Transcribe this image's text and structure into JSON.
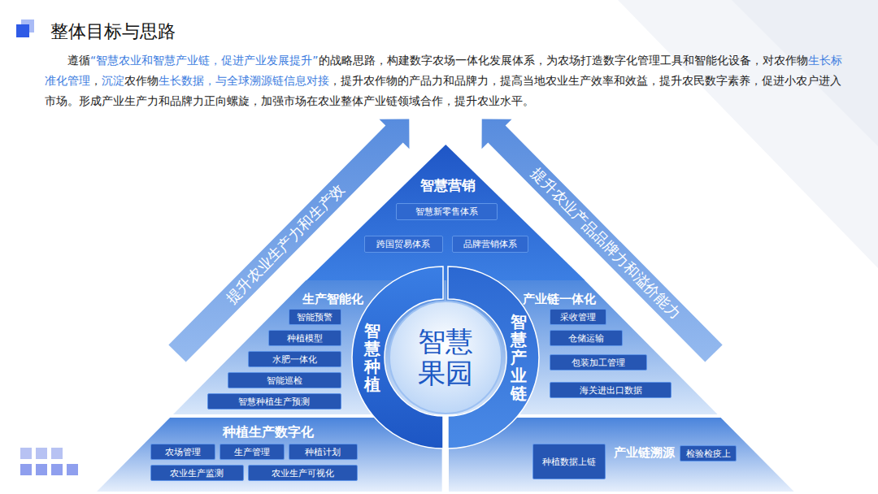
{
  "diagram": {
    "title": "整体目标与思路",
    "nodes": [
      {
        "text": [
          "智慧营销"
        ]
      },
      {
        "text": [
          "智慧新零售体系"
        ],
        "in": 0
      },
      {
        "text": [
          "跨国贸易体系"
        ],
        "in": 0
      },
      {
        "text": [
          "品牌营销体系"
        ],
        "in": 0
      },
      {
        "text": [
          "生产智能化"
        ]
      },
      {
        "text": [
          "智能预警"
        ],
        "in": 4
      },
      {
        "text": [
          "种植模型"
        ],
        "in": 4
      },
      {
        "text": [
          "水肥一体化"
        ],
        "in": 4
      },
      {
        "text": [
          "智能巡检"
        ],
        "in": 4
      },
      {
        "text": [
          "智慧种植生产预测"
        ],
        "in": 4
      },
      {
        "text": [
          "产业链一体化"
        ]
      },
      {
        "text": [
          "采收管理"
        ],
        "in": 10
      },
      {
        "text": [
          "仓储运输"
        ],
        "in": 10
      },
      {
        "text": [
          "包装加工管理"
        ],
        "in": 10
      },
      {
        "text": [
          "海关进出口数据"
        ],
        "in": 10
      },
      {
        "text": [
          "种植生产数字化"
        ]
      },
      {
        "text": [
          "农场管理"
        ],
        "in": 15
      },
      {
        "text": [
          "生产管理"
        ],
        "in": 15
      },
      {
        "text": [
          "种植计划"
        ],
        "in": 15
      },
      {
        "text": [
          "农业生产监测"
        ],
        "in": 15
      },
      {
        "text": [
          "农业生产可视化"
        ],
        "in": 15
      },
      {
        "text": [
          "产业链溯源"
        ]
      },
      {
        "text": [
          "种植数据上链"
        ],
        "in": 21
      },
      {
        "text": [
          "检验检疫上"
        ],
        "in": 21
      },
      {
        "text": [
          "智慧果园"
        ]
      },
      {
        "text": [
          "智慧种植"
        ]
      },
      {
        "text": [
          "智慧产业链"
        ]
      }
    ],
    "labels": [
      "遵循",
      "“智慧农业和智慧产业链，促进产业发展提升”",
      "的战略思路，构建数字农场一体化发展体系，为农场打造数字化管理工具和智能化设备，对农作物",
      "生长标准化管理",
      "，",
      "沉淀",
      "农作物",
      "生长数据",
      "，与全球溯源链信息对接",
      "，提升农作物的产品力和品牌力，提高当地农业生产效率和效益，提升农民数字素养，促进小农户进入市场。形成产业生产力和品牌力正向螺旋，加强市场在农业整体产业链领域合作，提升农业水平。",
      "提升农业生产力和生产效",
      "提升农业产品品牌力和溢价能力"
    ]
  }
}
